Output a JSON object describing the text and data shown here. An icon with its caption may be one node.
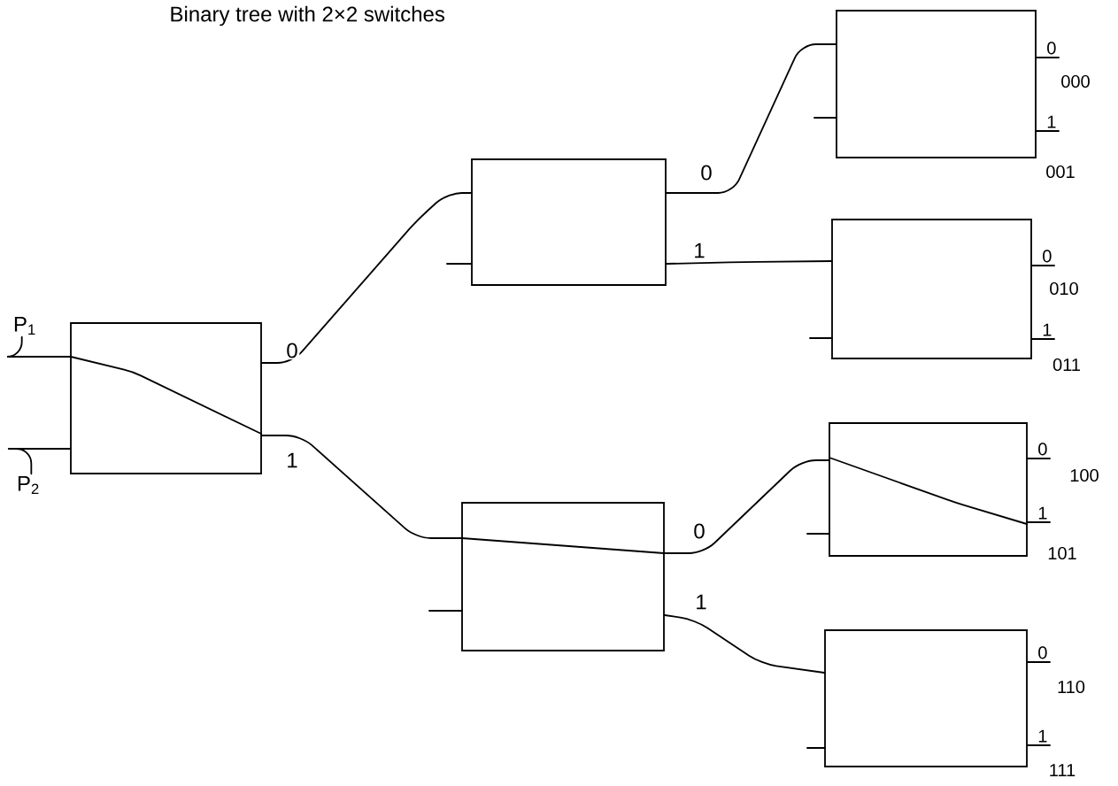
{
  "diagram": {
    "title": "Binary tree with 2×2 switches",
    "nodes": [
      {
        "text": [
          "P$_{1}$"
        ]
      },
      {
        "text": [
          "P$_{2}$"
        ]
      },
      {
        "text": [],
        "shape": "box"
      },
      {
        "text": [],
        "shape": "box"
      },
      {
        "text": [],
        "shape": "box"
      },
      {
        "text": [],
        "shape": "box"
      },
      {
        "text": [],
        "shape": "box"
      },
      {
        "text": [],
        "shape": "box"
      },
      {
        "text": [],
        "shape": "box"
      },
      {
        "text": [
          "0"
        ]
      },
      {
        "text": [
          "1"
        ]
      },
      {
        "text": [
          "0"
        ]
      },
      {
        "text": [
          "1"
        ]
      },
      {
        "text": [
          "0"
        ]
      },
      {
        "text": [
          "1"
        ]
      },
      {
        "text": [
          "0"
        ]
      },
      {
        "text": [
          "1"
        ]
      }
    ],
    "edges": [
      {
        "from": 0,
        "to": 2,
        "arrow": "none"
      },
      {
        "from": 1,
        "to": 2,
        "arrow": "none"
      },
      {
        "from": 2,
        "to": 3,
        "arrow": "none",
        "label": "0"
      },
      {
        "from": 2,
        "to": 4,
        "arrow": "none",
        "label": "1"
      },
      {
        "from": 3,
        "to": 5,
        "arrow": "none",
        "label": "0"
      },
      {
        "from": 3,
        "to": 6,
        "arrow": "none",
        "label": "1"
      },
      {
        "from": 4,
        "to": 7,
        "arrow": "none",
        "label": "0"
      },
      {
        "from": 4,
        "to": 8,
        "arrow": "none",
        "label": "1"
      },
      {
        "from": 5,
        "to": 9,
        "arrow": "none"
      },
      {
        "from": 5,
        "to": 10,
        "arrow": "none"
      },
      {
        "from": 6,
        "to": 11,
        "arrow": "none"
      },
      {
        "from": 6,
        "to": 12,
        "arrow": "none"
      },
      {
        "from": 7,
        "to": 13,
        "arrow": "none"
      },
      {
        "from": 7,
        "to": 14,
        "arrow": "none"
      },
      {
        "from": 8,
        "to": 15,
        "arrow": "none"
      },
      {
        "from": 8,
        "to": 16,
        "arrow": "none"
      }
    ],
    "labels": [
      "000",
      "001",
      "010",
      "011",
      "100",
      "101",
      "110",
      "111"
    ]
  }
}
